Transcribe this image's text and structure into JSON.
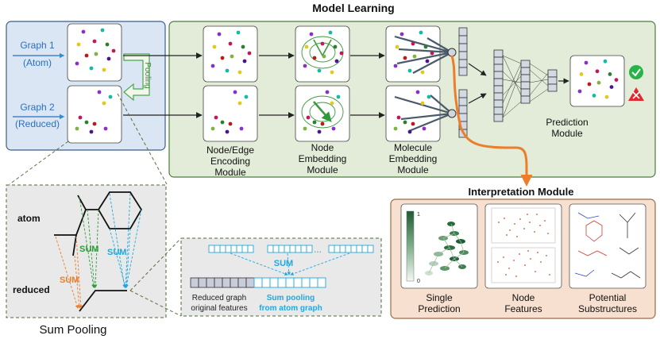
{
  "titles": {
    "model_learning": "Model Learning",
    "interpretation": "Interpretation Module",
    "sum_pooling": "Sum Pooling"
  },
  "inputs": {
    "graph1_name": "Graph 1",
    "graph1_sub": "(Atom)",
    "graph2_name": "Graph 2",
    "graph2_sub": "(Reduced)",
    "pooling": "Pooling"
  },
  "modules": {
    "encoding": [
      "Node/Edge",
      "Encoding",
      "Module"
    ],
    "node_embedding": [
      "Node",
      "Embedding",
      "Module"
    ],
    "molecule_embedding": [
      "Molecule",
      "Embedding",
      "Module"
    ],
    "prediction": [
      "Prediction",
      "Module"
    ]
  },
  "sum_pooling_panel": {
    "atom": "atom",
    "reduced": "reduced",
    "sum": "SUM"
  },
  "feature_panel": {
    "sum": "SUM",
    "ellipsis": "...",
    "reduced_caption": [
      "Reduced graph",
      "original features"
    ],
    "pooled_caption": [
      "Sum pooling",
      "from atom graph"
    ]
  },
  "interpretation_panels": {
    "single": [
      "Single",
      "Prediction"
    ],
    "node_features": [
      "Node",
      "Features"
    ],
    "substructures": [
      "Potential",
      "Substructures"
    ],
    "colorbar_max": "1",
    "colorbar_min": "0"
  },
  "colors": {
    "input_panel": "#dae6f3",
    "learning_panel": "#e2ecd8",
    "interp_panel": "#f7e0cf",
    "sum_green": "#2e9a3a",
    "sum_blue": "#1fa8e0",
    "sum_orange": "#ee7d2a",
    "arrow_orange": "#ee7d2a",
    "check": "#2ab24a",
    "cross": "#e0282e"
  }
}
